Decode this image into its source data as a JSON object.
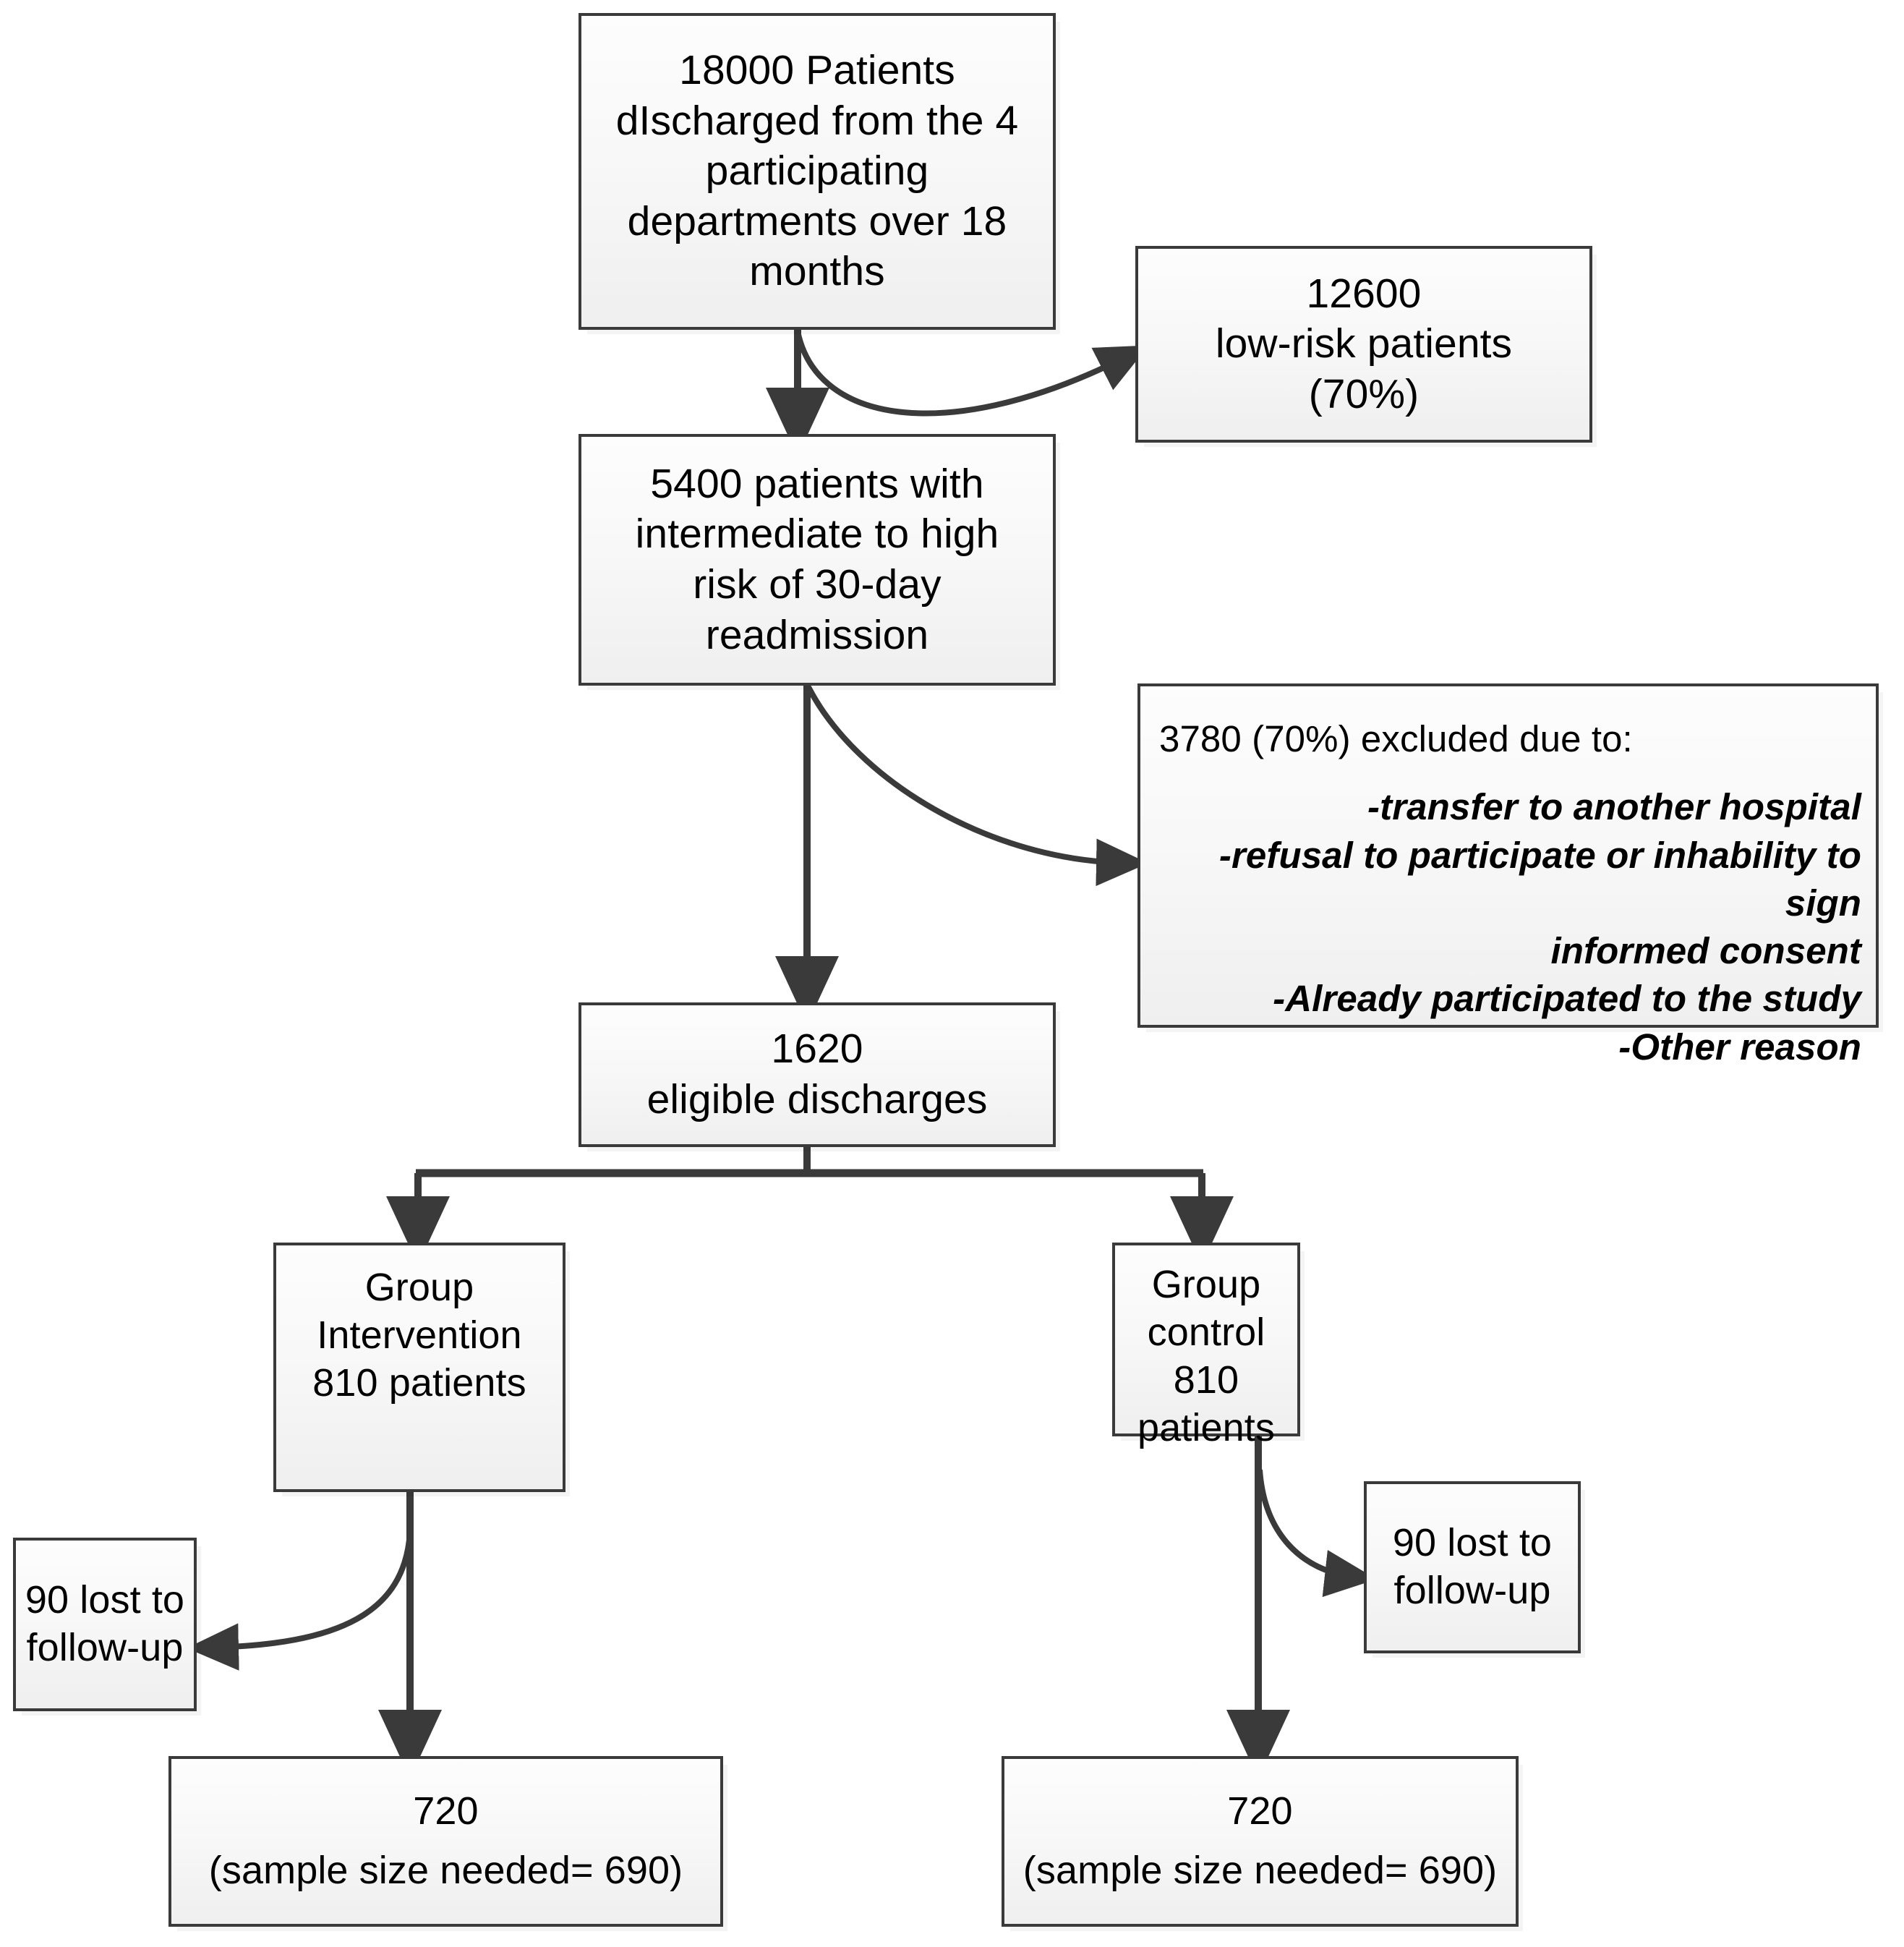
{
  "chart_data": {
    "type": "diagram",
    "title": "CONSORT-style patient flow diagram",
    "nodes": [
      {
        "id": "total",
        "lines": [
          "18000 Patients",
          "dIscharged from the 4",
          "participating",
          "departments over 18",
          "months"
        ],
        "value": 18000
      },
      {
        "id": "lowrisk",
        "lines": [
          "12600",
          "low-risk patients",
          "(70%)"
        ],
        "value": 12600,
        "percent": 70
      },
      {
        "id": "atrisk",
        "lines": [
          "5400 patients with",
          "intermediate to high",
          "risk of 30-day",
          "readmission"
        ],
        "value": 5400
      },
      {
        "id": "excluded",
        "value": 3780,
        "percent": 70
      },
      {
        "id": "eligible",
        "lines": [
          "1620",
          "eligible discharges"
        ],
        "value": 1620
      },
      {
        "id": "intervention",
        "lines": [
          "Group",
          "Intervention",
          "810 patients"
        ],
        "value": 810
      },
      {
        "id": "control",
        "lines": [
          "Group",
          "control",
          "810 patients"
        ],
        "value": 810
      },
      {
        "id": "lost_left",
        "lines": [
          "90 lost to",
          "follow-up"
        ],
        "value": 90
      },
      {
        "id": "lost_right",
        "lines": [
          "90 lost to",
          "follow-up"
        ],
        "value": 90
      },
      {
        "id": "final_left",
        "lines": [
          "720",
          "(sample size needed= 690)"
        ],
        "value": 720,
        "needed": 690
      },
      {
        "id": "final_right",
        "lines": [
          "720",
          "(sample size needed= 690)"
        ],
        "value": 720,
        "needed": 690
      }
    ],
    "edges": [
      {
        "from": "total",
        "to": "atrisk",
        "style": "straight-arrow"
      },
      {
        "from": "total",
        "to": "lowrisk",
        "style": "curved-arrow"
      },
      {
        "from": "atrisk",
        "to": "eligible",
        "style": "straight-arrow"
      },
      {
        "from": "atrisk",
        "to": "excluded",
        "style": "curved-arrow"
      },
      {
        "from": "eligible",
        "to": "intervention",
        "style": "elbow-arrow"
      },
      {
        "from": "eligible",
        "to": "control",
        "style": "elbow-arrow"
      },
      {
        "from": "intervention",
        "to": "final_left",
        "style": "straight-arrow"
      },
      {
        "from": "intervention",
        "to": "lost_left",
        "style": "curved-arrow"
      },
      {
        "from": "control",
        "to": "final_right",
        "style": "straight-arrow"
      },
      {
        "from": "control",
        "to": "lost_right",
        "style": "curved-arrow"
      }
    ]
  },
  "colors": {
    "box_border": "#3a3a3a",
    "box_fill": "#f5f5f5",
    "connector": "#3a3a3a",
    "text": "#000000",
    "background": "#ffffff"
  },
  "nodes": {
    "total": {
      "l1": "18000 Patients",
      "l2": "dIscharged from the 4",
      "l3": "participating",
      "l4": "departments over 18",
      "l5": "months"
    },
    "lowrisk": {
      "l1": "12600",
      "l2": "low-risk patients",
      "l3": "(70%)"
    },
    "atrisk": {
      "l1": "5400 patients with",
      "l2": "intermediate to high",
      "l3": "risk of 30-day",
      "l4": "readmission"
    },
    "excluded": {
      "head": "3780 (70%) excluded due to:",
      "r1": "-transfer to another hospital",
      "r2": "-refusal to participate or inhability to sign",
      "r3": "informed consent",
      "r4": "-Already participated to the study",
      "r5": "-Other reason"
    },
    "eligible": {
      "l1": "1620",
      "l2": "eligible discharges"
    },
    "intervention": {
      "l1": "Group",
      "l2": "Intervention",
      "l3": "810 patients"
    },
    "control": {
      "l1": "Group",
      "l2": "control",
      "l3": "810 patients"
    },
    "lost_left": {
      "l1": "90 lost to",
      "l2": "follow-up"
    },
    "lost_right": {
      "l1": "90 lost to",
      "l2": "follow-up"
    },
    "final_left": {
      "l1": "720",
      "l2": "(sample size needed= 690)"
    },
    "final_right": {
      "l1": "720",
      "l2": "(sample size needed= 690)"
    }
  }
}
